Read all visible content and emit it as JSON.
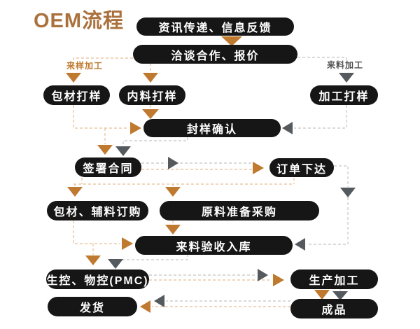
{
  "title": "OEM流程",
  "colors": {
    "background": "#ffffff",
    "box_bg": "#161616",
    "box_text": "#ffffff",
    "accent_orange": "#c07a30",
    "accent_gray": "#555a5e",
    "dash_orange": "#e8bd93",
    "dash_gray": "#c4c4c4",
    "title_color": "#aa713d",
    "label_gray": "#4f4f4f"
  },
  "branch_labels": [
    {
      "label": "来样加工"
    },
    {
      "label": "来料加工"
    }
  ],
  "nodes": [
    {
      "label": "资讯传递、信息反馈"
    },
    {
      "label": "洽谈合作、报价"
    },
    {
      "label": "包材打样"
    },
    {
      "label": "内料打样"
    },
    {
      "label": "加工打样"
    },
    {
      "label": "封样确认"
    },
    {
      "label": "签署合同"
    },
    {
      "label": "订单下达"
    },
    {
      "label": "包材、辅料订购"
    },
    {
      "label": "原料准备采购"
    },
    {
      "label": "来料验收入库"
    },
    {
      "label": "生控、物控(PMC)"
    },
    {
      "label": "生产加工"
    },
    {
      "label": "发货"
    },
    {
      "label": "成品"
    }
  ]
}
